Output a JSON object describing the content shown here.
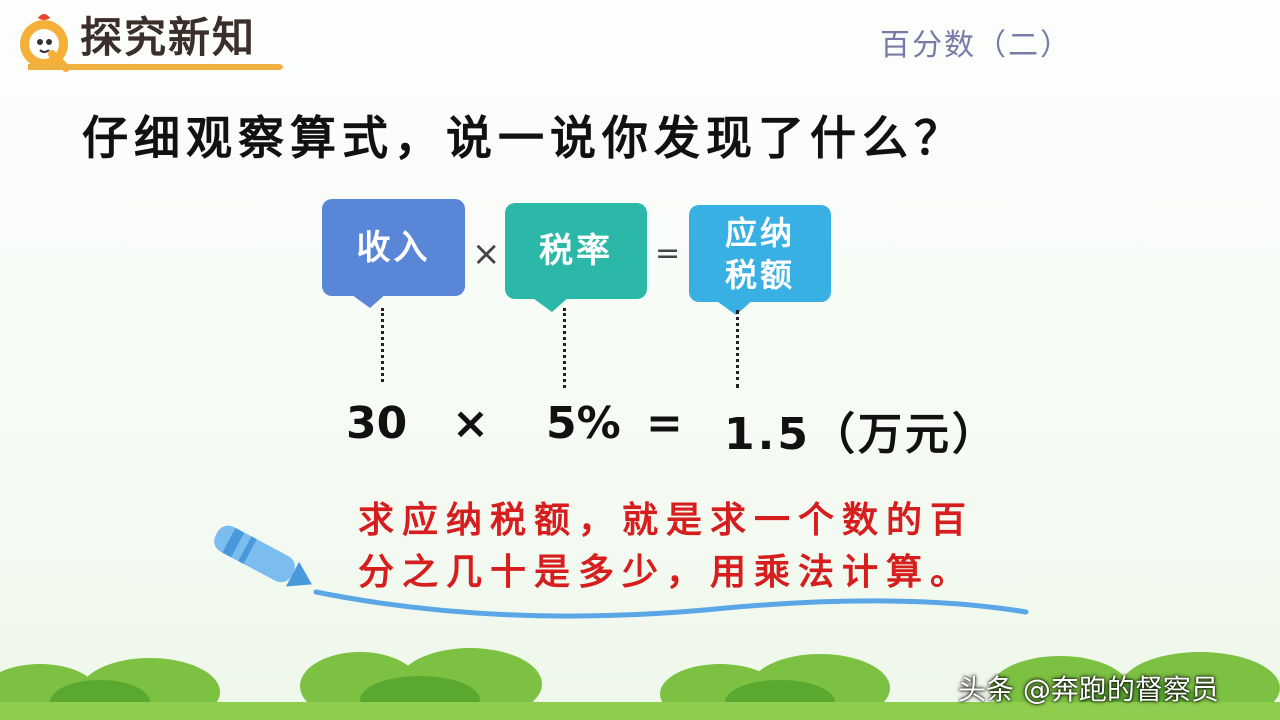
{
  "header": {
    "title": "探究新知",
    "lesson": "百分数（二）"
  },
  "question": "仔细观察算式，说一说你发现了什么？",
  "formula": {
    "income": "收入",
    "times": "×",
    "rate": "税率",
    "equals": "=",
    "tax_line1": "应纳",
    "tax_line2": "税额"
  },
  "equation": {
    "num1": "30",
    "times": "×",
    "num2": "5%",
    "equals": "=",
    "result": "1.5（万元）"
  },
  "note": {
    "line1": "求应纳税额，就是求一个数的百",
    "line2": "分之几十是多少，用乘法计算。"
  },
  "watermark": "头条 @奔跑的督察员",
  "colors": {
    "income": "#5a86d8",
    "rate": "#2cb8a8",
    "tax": "#38b0e3",
    "note": "#d71e1e"
  }
}
